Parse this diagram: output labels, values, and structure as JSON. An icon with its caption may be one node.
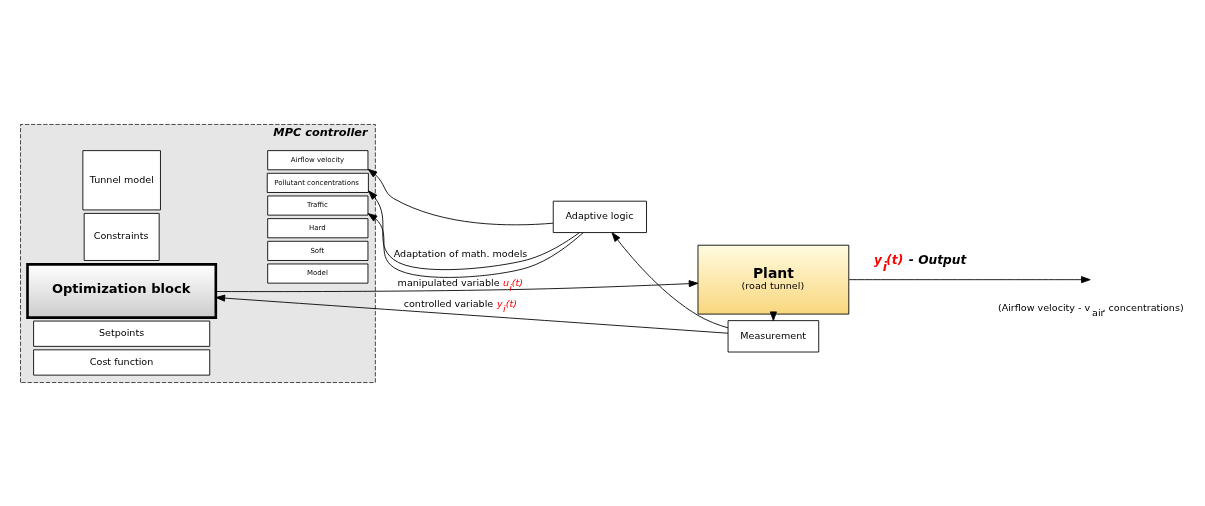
{
  "diagram": {
    "nodes": [
      {
        "text": [
          "MPC controller"
        ]
      },
      {
        "text": [
          "Optimization block"
        ],
        "in": 0
      },
      {
        "text": [
          "Tunnel model"
        ],
        "in": 0
      },
      {
        "text": [
          "Airflow velocity"
        ],
        "in": 0
      },
      {
        "text": [
          "Pollutant concentrations"
        ],
        "in": 0
      },
      {
        "text": [
          "Traffic"
        ],
        "in": 0
      },
      {
        "text": [
          "Constraints"
        ],
        "in": 0
      },
      {
        "text": [
          "Hard"
        ],
        "in": 0
      },
      {
        "text": [
          "Soft"
        ],
        "in": 0
      },
      {
        "text": [
          "Model"
        ],
        "in": 0
      },
      {
        "text": [
          "Setpoints"
        ],
        "in": 0
      },
      {
        "text": [
          "Cost function"
        ],
        "in": 0
      },
      {
        "text": [
          "Plant",
          "(road tunnel)"
        ]
      },
      {
        "text": [
          "Adaptive logic"
        ]
      },
      {
        "text": [
          "Measurement"
        ]
      }
    ],
    "edges": [
      {
        "from": 1,
        "to": 12,
        "arrow": "to",
        "label": "manipulated variable *u$_{i}$(t)*"
      },
      {
        "from": 12,
        "to": null,
        "arrow": "to",
        "label": "*y$_{i}$(t)* - Output"
      },
      {
        "from": 12,
        "to": 14,
        "arrow": "to"
      },
      {
        "from": 14,
        "to": 1,
        "arrow": "to",
        "label": "controlled variable *y$_{i}$(t)*"
      },
      {
        "from": 14,
        "to": 13,
        "arrow": "to"
      },
      {
        "from": 13,
        "to": 3,
        "arrow": "to"
      },
      {
        "from": 13,
        "to": 4,
        "arrow": "to",
        "label": "Adaptation of math. models"
      },
      {
        "from": 13,
        "to": 5,
        "arrow": "to"
      }
    ],
    "labels": [
      "(Airflow velocity - v$_{air}$, concentrations)"
    ]
  }
}
